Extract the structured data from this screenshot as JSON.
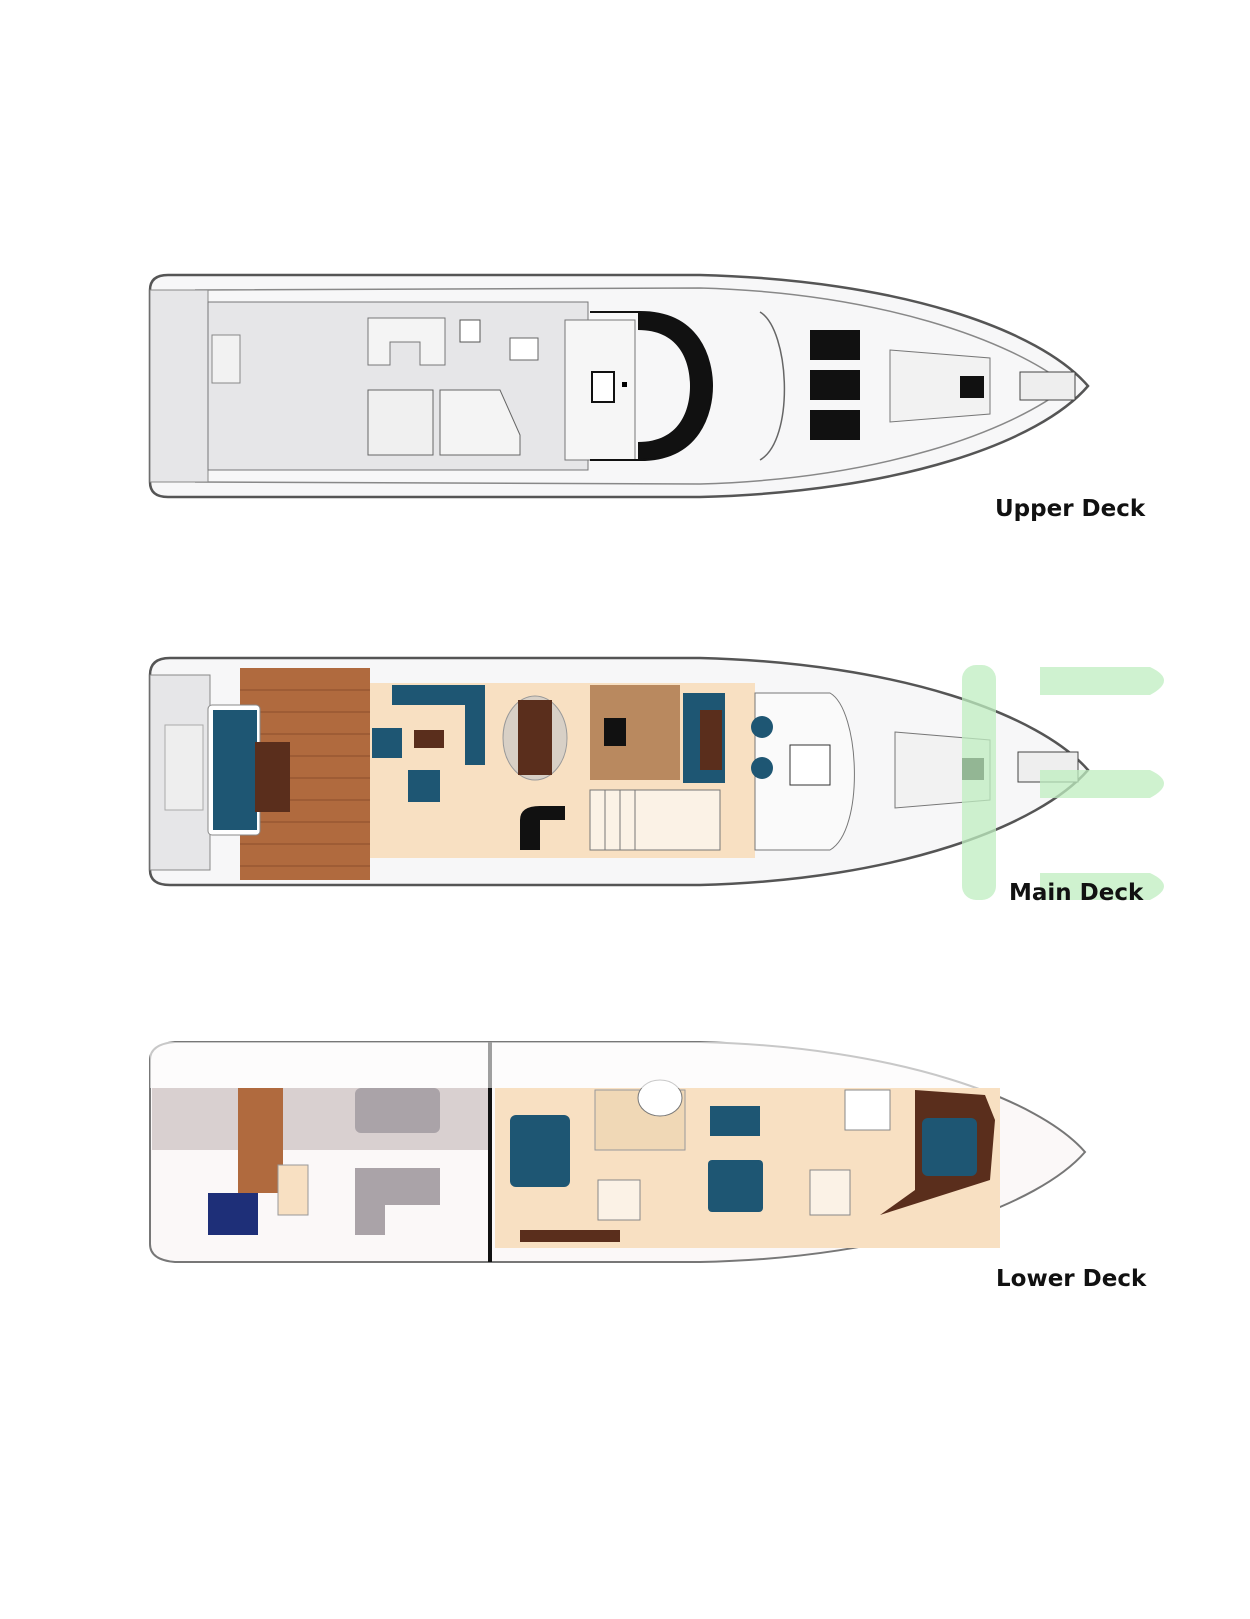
{
  "decks": [
    {
      "name": "Upper Deck"
    },
    {
      "name": "Main Deck"
    },
    {
      "name": "Lower Deck"
    }
  ],
  "colors": {
    "hull_outline": "#555555",
    "deck_gray": "#e6e6e8",
    "teak": "#b06a3e",
    "upholstery_blue": "#1e5673",
    "interior_beige": "#f8e0c2",
    "dark_wood": "#5a2e1c",
    "watermark_green": "#bfeec0"
  }
}
